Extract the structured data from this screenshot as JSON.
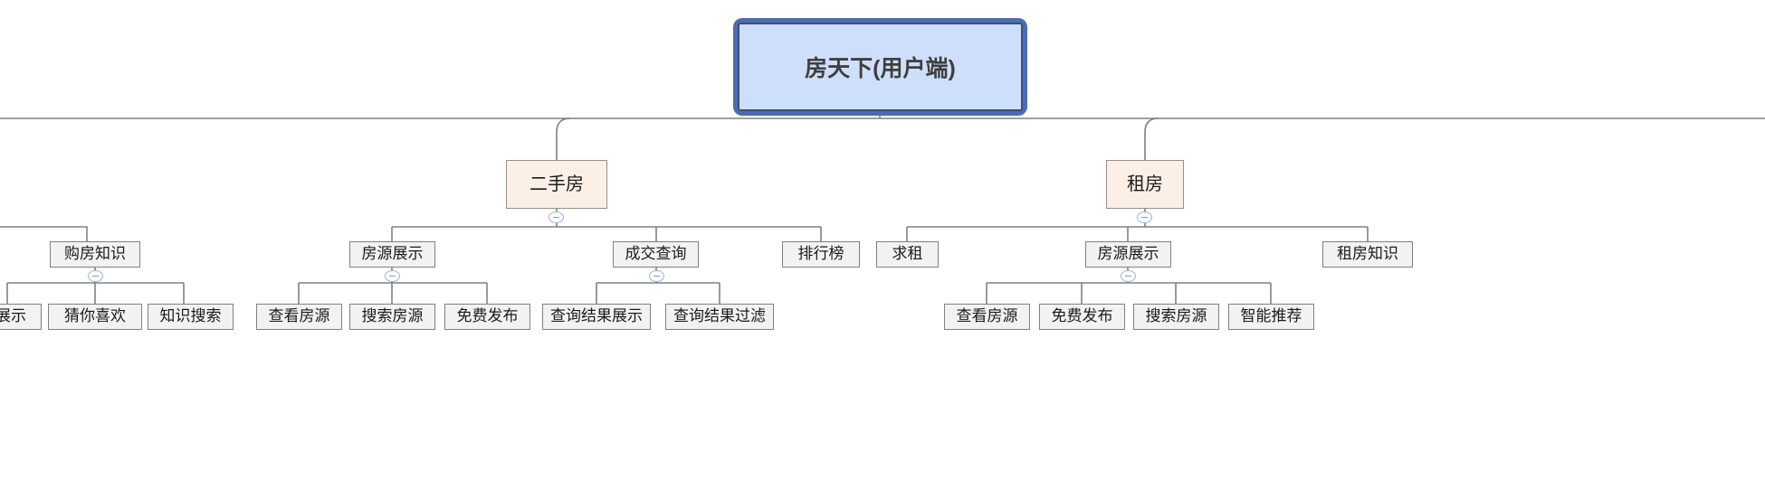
{
  "diagram": {
    "type": "mindmap-tree",
    "title": "房天下(用户端)",
    "orientation": "top-down",
    "colors": {
      "root_fill": "#cddffa",
      "root_border": "#4a6cb3",
      "category_fill": "#fcf0e6",
      "category_border": "#9b8f85",
      "node_fill": "#f2f2f2",
      "node_border": "#808080",
      "connector": "#808080",
      "toggle_border": "#9bb3dd",
      "background": "#ffffff"
    },
    "toggle_icon": "collapse-minus-icon"
  },
  "root": {
    "label": "房天下(用户端)"
  },
  "categories": [
    {
      "label": "二手房"
    },
    {
      "label": "租房"
    }
  ],
  "level2": [
    {
      "label": "购房知识"
    },
    {
      "label": "房源展示"
    },
    {
      "label": "成交查询"
    },
    {
      "label": "排行榜"
    },
    {
      "label": "求租"
    },
    {
      "label": "房源展示"
    },
    {
      "label": "租房知识"
    }
  ],
  "level3": [
    {
      "label": "展示"
    },
    {
      "label": "猜你喜欢"
    },
    {
      "label": "知识搜索"
    },
    {
      "label": "查看房源"
    },
    {
      "label": "搜索房源"
    },
    {
      "label": "免费发布"
    },
    {
      "label": "查询结果展示"
    },
    {
      "label": "查询结果过滤"
    },
    {
      "label": "查看房源"
    },
    {
      "label": "免费发布"
    },
    {
      "label": "搜索房源"
    },
    {
      "label": "智能推荐"
    }
  ],
  "tree": {
    "label": "房天下(用户端)",
    "children": [
      {
        "label": "二手房",
        "children": [
          {
            "label": "房源展示",
            "children": [
              {
                "label": "查看房源"
              },
              {
                "label": "搜索房源"
              },
              {
                "label": "免费发布"
              }
            ]
          },
          {
            "label": "成交查询",
            "children": [
              {
                "label": "查询结果展示"
              },
              {
                "label": "查询结果过滤"
              }
            ]
          },
          {
            "label": "排行榜"
          }
        ]
      },
      {
        "label": "租房",
        "children": [
          {
            "label": "求租"
          },
          {
            "label": "房源展示",
            "children": [
              {
                "label": "查看房源"
              },
              {
                "label": "免费发布"
              },
              {
                "label": "搜索房源"
              },
              {
                "label": "智能推荐"
              }
            ]
          },
          {
            "label": "租房知识"
          }
        ]
      }
    ]
  }
}
